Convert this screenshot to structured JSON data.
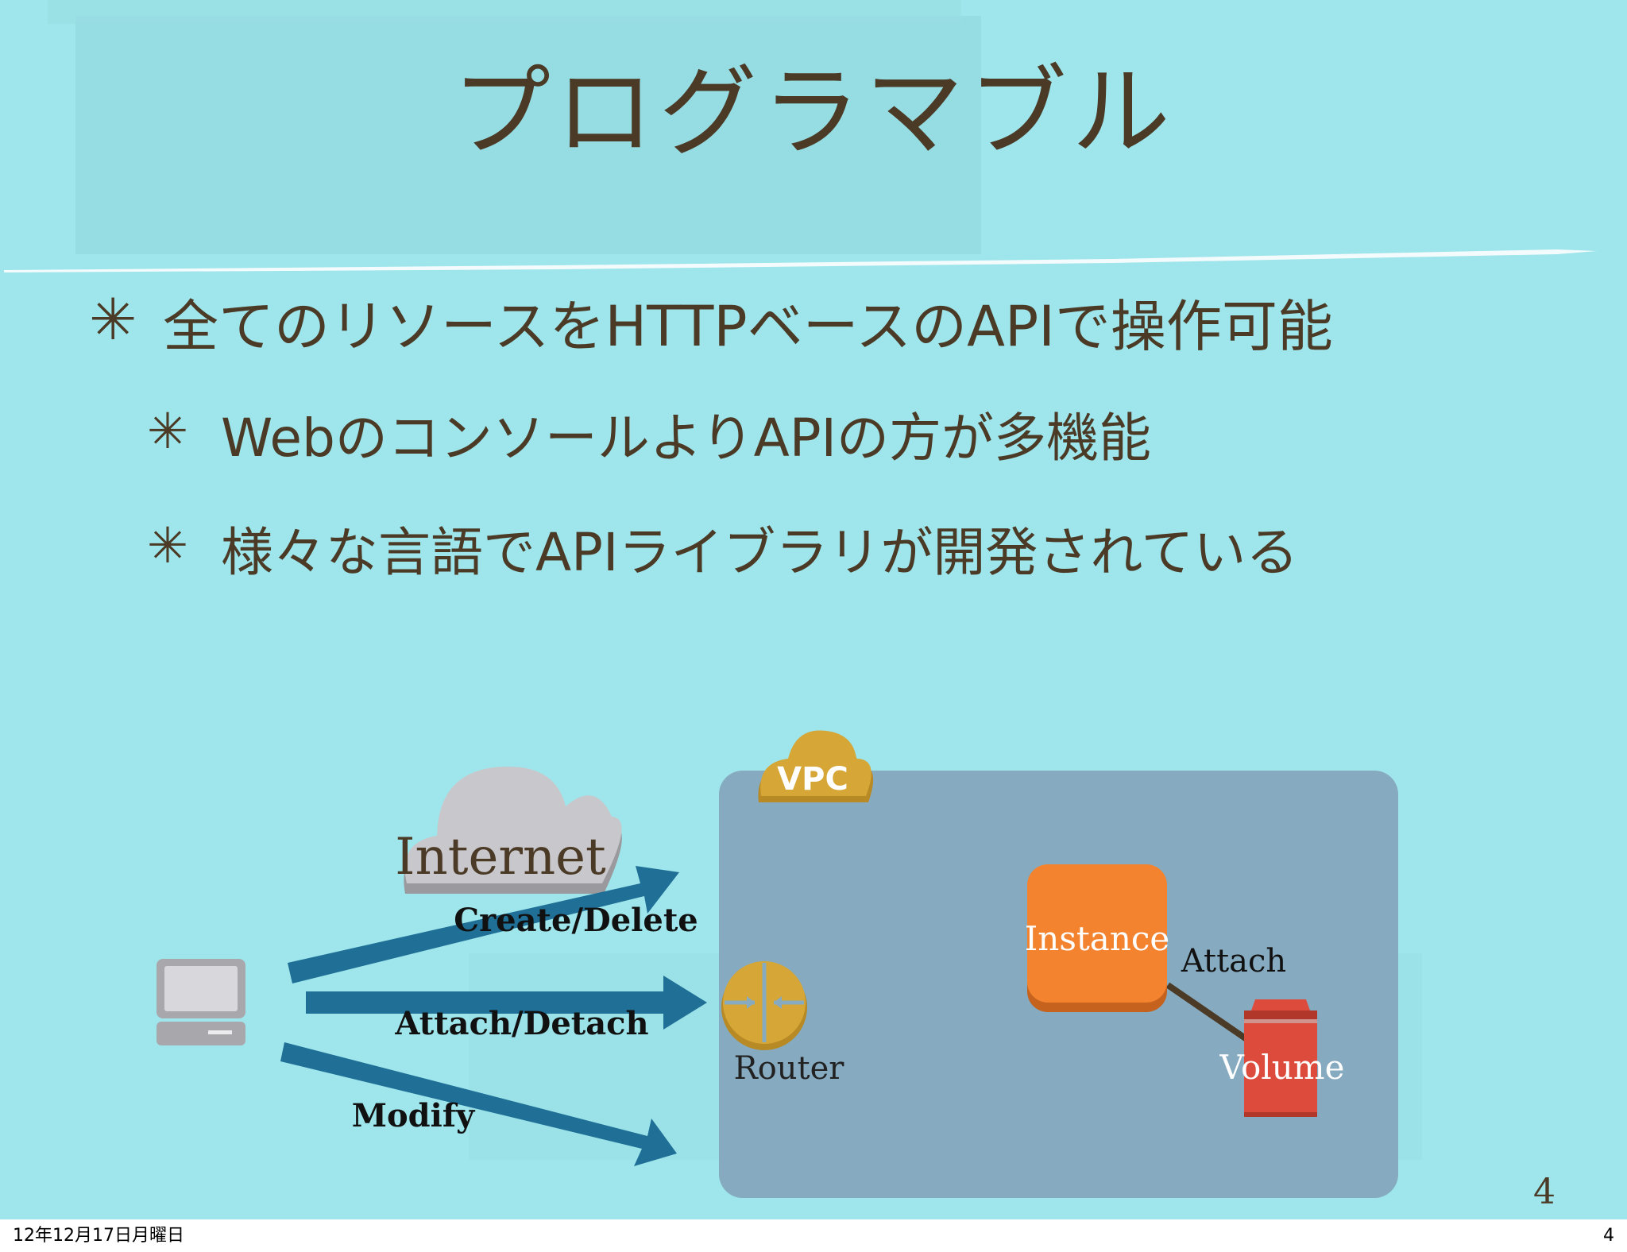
{
  "title": "プログラマブル",
  "bullets": [
    {
      "level": 1,
      "marker": "✳",
      "text": "全てのリソースをHTTPベースのAPIで操作可能"
    },
    {
      "level": 2,
      "marker": "✳",
      "text": "WebのコンソールよりAPIの方が多機能"
    },
    {
      "level": 2,
      "marker": "✳",
      "text": "様々な言語でAPIライブラリが開発されている"
    }
  ],
  "diagram": {
    "internet_label": "Internet",
    "vpc_label": "VPC",
    "router_label": "Router",
    "instance_label": "Instance",
    "volume_label": "Volume",
    "attach_label": "Attach",
    "arrows": [
      "Create/Delete",
      "Attach/Detach",
      "Modify"
    ]
  },
  "slide_number": "4",
  "footer": {
    "date": "12年12月17日月曜日",
    "page": "4"
  },
  "colors": {
    "background": "#9ee6ec",
    "title_text": "#4b3a26",
    "vpc_box": "#86aabf",
    "arrow": "#1f6f96",
    "instance": "#f3832f",
    "volume": "#dc4b3c",
    "vpc_badge": "#d6a637",
    "router": "#d6a637",
    "cloud": "#c8c8cc"
  }
}
